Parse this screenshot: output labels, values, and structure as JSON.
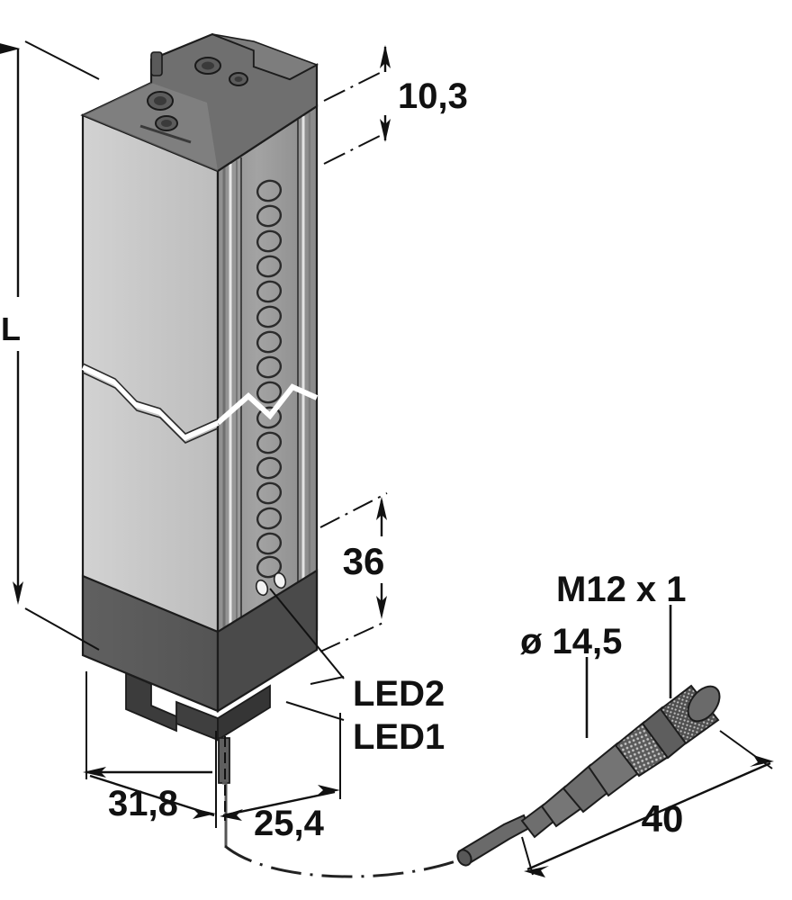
{
  "drawing": {
    "type": "technical-dimensional-drawing",
    "subject": "photoelectric sensor with M12 quick-disconnect cordset",
    "units": "mm",
    "decimal_separator": "comma"
  },
  "dimensions": {
    "length_symbol": "L",
    "depth": "10,3",
    "sensing_zone": "36",
    "width_overall": "31,8",
    "width_mounting": "25,4",
    "connector_length": "40",
    "connector_diameter": "ø 14,5",
    "connector_thread": "M12 x 1"
  },
  "callouts": {
    "led_upper": "LED2",
    "led_lower": "LED1"
  },
  "colors": {
    "page_background": "#ffffff",
    "line": "#111111",
    "body_front_light": "#c9c9c9",
    "body_front_mid": "#b6b6b6",
    "body_side_mid": "#9a9a9a",
    "body_side_dark": "#7e7e7e",
    "body_base_dark": "#595959",
    "body_base_darker": "#474747",
    "top_cap": "#6e6e6e",
    "top_cap_face": "#8a8a8a",
    "connector_body": "#6b6b6b",
    "connector_knurl": "#555555",
    "cable": "#636363",
    "lens_stroke": "#2b2b2b"
  }
}
